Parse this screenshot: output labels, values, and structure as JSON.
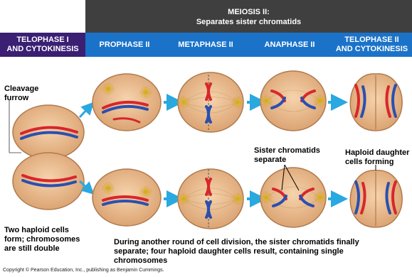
{
  "header": {
    "title": "MEIOSIS II:",
    "subtitle": "Separates sister chromatids"
  },
  "stages": {
    "telophase1": {
      "line1": "TELOPHASE I",
      "line2": "AND CYTOKINESIS"
    },
    "prophase2": "PROPHASE II",
    "metaphase2": "METAPHASE II",
    "anaphase2": "ANAPHASE II",
    "telophase2": {
      "line1": "TELOPHASE II",
      "line2": "AND CYTOKINESIS"
    }
  },
  "labels": {
    "cleavage": {
      "line1": "Cleavage",
      "line2": "furrow"
    },
    "sister": {
      "line1": "Sister chromatids",
      "line2": "separate"
    },
    "haploid": {
      "line1": "Haploid daughter",
      "line2": "cells forming"
    },
    "two_cells": {
      "line1": "Two haploid cells",
      "line2": "form; chromosomes",
      "line3": "are still double"
    },
    "caption": {
      "line1": "During another round of cell division, the sister chromatids finally",
      "line2": "separate; four haploid daughter cells result, containing single",
      "line3": "chromosomes"
    }
  },
  "copyright": "Copyright © Pearson Education, Inc., publishing as Benjamin Cummings.",
  "colors": {
    "header_dark": "#3f3f3f",
    "band_purple": "#3a1f73",
    "band_blue": "#1b73c9",
    "cell_fill": "#e8b88a",
    "cell_stroke": "#b07a4e",
    "chrom_red": "#d8262b",
    "chrom_blue": "#2b4fb0",
    "arrow": "#2aa8e0"
  }
}
